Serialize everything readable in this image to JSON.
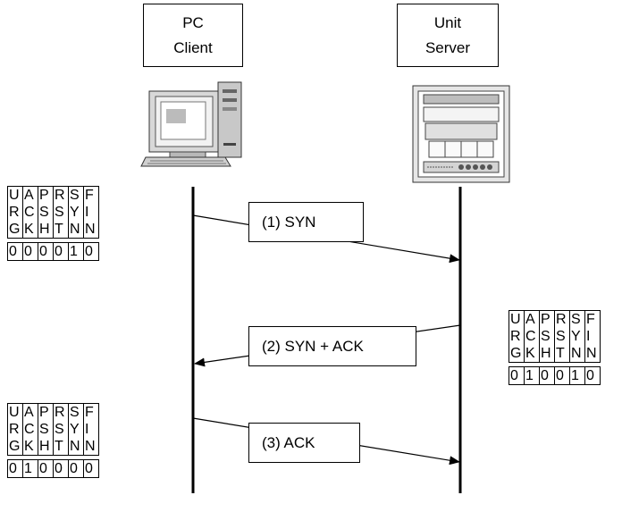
{
  "client": {
    "line1": "PC",
    "line2": "Client"
  },
  "server": {
    "line1": "Unit",
    "line2": "Server"
  },
  "messages": [
    {
      "label": "(1) SYN"
    },
    {
      "label": "(2) SYN + ACK"
    },
    {
      "label": "(3) ACK"
    }
  ],
  "flag_headers": [
    [
      "U",
      "R",
      "G"
    ],
    [
      "A",
      "C",
      "K"
    ],
    [
      "P",
      "S",
      "H"
    ],
    [
      "R",
      "S",
      "T"
    ],
    [
      "S",
      "Y",
      "N"
    ],
    [
      "F",
      "I",
      "N"
    ]
  ],
  "flag_tables": [
    {
      "values": [
        "0",
        "0",
        "0",
        "0",
        "1",
        "0"
      ]
    },
    {
      "values": [
        "0",
        "1",
        "0",
        "0",
        "1",
        "0"
      ]
    },
    {
      "values": [
        "0",
        "1",
        "0",
        "0",
        "0",
        "0"
      ]
    }
  ]
}
